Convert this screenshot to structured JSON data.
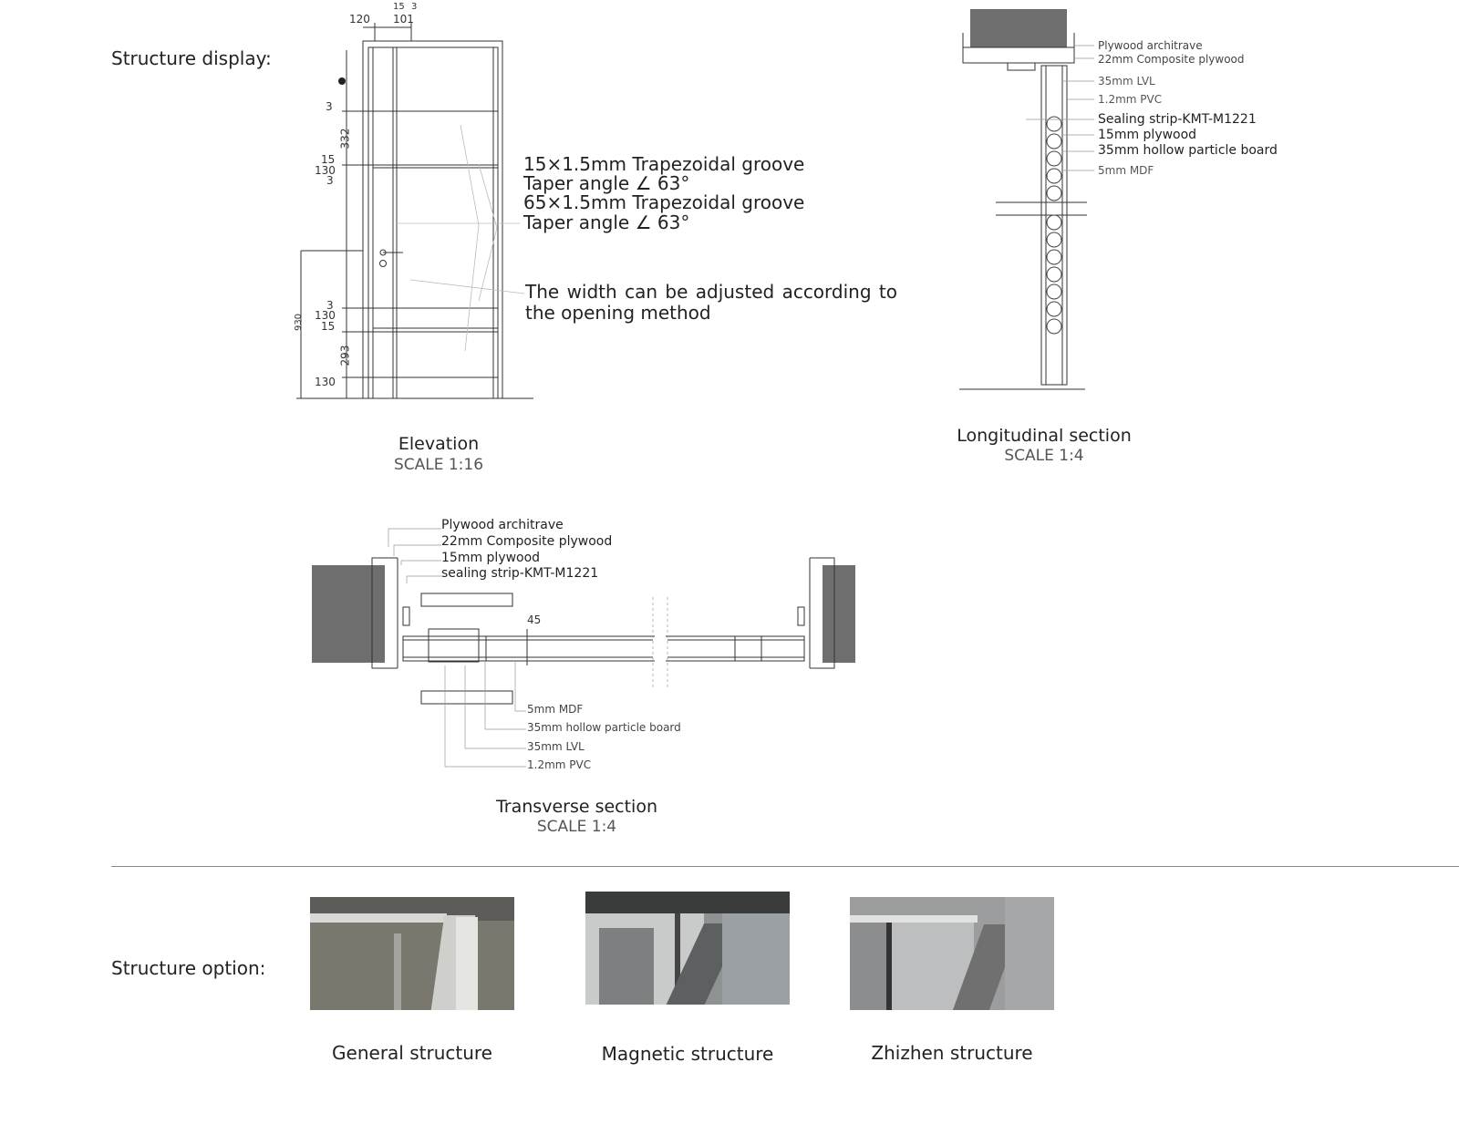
{
  "structure_display": {
    "label": "Structure display:"
  },
  "elevation": {
    "title": "Elevation",
    "scale": "SCALE 1:16",
    "dims": [
      "120",
      "101",
      "15",
      "3",
      "3",
      "332",
      "15",
      "130",
      "3",
      "3",
      "130",
      "15",
      "293",
      "130",
      "930"
    ],
    "notes": [
      "15×1.5mm Trapezoidal groove",
      "Taper angle ∠ 63°",
      "65×1.5mm Trapezoidal groove",
      "Taper angle ∠ 63°"
    ],
    "width_note": "The width can be adjusted according to the opening method"
  },
  "longitudinal": {
    "title": "Longitudinal section",
    "scale": "SCALE 1:4",
    "labels": [
      "Plywood architrave",
      "22mm Composite plywood",
      "35mm LVL",
      "1.2mm PVC",
      "Sealing strip-KMT-M1221",
      "15mm plywood",
      "35mm hollow particle board",
      "5mm MDF"
    ]
  },
  "transverse": {
    "title": "Transverse section",
    "scale": "SCALE 1:4",
    "top_labels": [
      "Plywood architrave",
      "22mm Composite plywood",
      "15mm plywood",
      "sealing strip-KMT-M1221"
    ],
    "dim": "45",
    "bottom_labels": [
      "5mm MDF",
      "35mm hollow particle board",
      "35mm LVL",
      "1.2mm PVC"
    ]
  },
  "structure_option": {
    "label": "Structure option:",
    "options": [
      {
        "name": "General structure"
      },
      {
        "name": "Magnetic structure"
      },
      {
        "name": "Zhizhen structure"
      }
    ]
  },
  "colors": {
    "concrete": "#6e6e6e",
    "line": "#333333",
    "divider": "#888888"
  }
}
